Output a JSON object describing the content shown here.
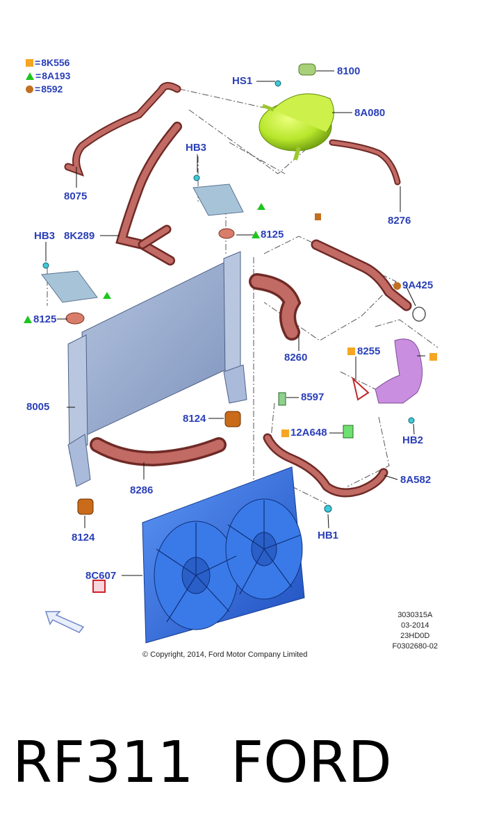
{
  "legend": [
    {
      "symbol": "square",
      "color": "#f5a623",
      "code": "8K556"
    },
    {
      "symbol": "triangle",
      "color": "#1ec51e",
      "code": "8A193"
    },
    {
      "symbol": "circle",
      "color": "#c07020",
      "code": "8592"
    }
  ],
  "equals_sign": "=",
  "part_labels": {
    "hs1": "HS1",
    "p8100": "8100",
    "p8a080": "8A080",
    "p8075": "8075",
    "hb3_top": "HB3",
    "hb3_left": "HB3",
    "p8k289": "8K289",
    "p8276": "8276",
    "p8125_top": "8125",
    "p8125_left": "8125",
    "p9a425": "9A425",
    "p8260": "8260",
    "p8255": "8255",
    "p8005": "8005",
    "p8597": "8597",
    "p8124_mid": "8124",
    "p12a648": "12A648",
    "hb2": "HB2",
    "p8286": "8286",
    "p8a582": "8A582",
    "p8124_bot": "8124",
    "hb1": "HB1",
    "p8c607": "8C607"
  },
  "meta": [
    "3030315A",
    "03-2014",
    "23HD0D",
    "F0302680-02"
  ],
  "copyright": "© Copyright, 2014, Ford Motor Company Limited",
  "footer": {
    "part_number": "RF311",
    "brand": "FORD"
  },
  "colors": {
    "label": "#2a3fb8",
    "hose": "#b85a55",
    "radiator": "#8fa3c9",
    "fan": "#2f6fe0",
    "reservoir": "#b7e62b",
    "housing": "#c98ee0",
    "bracket": "#9fb8cf"
  }
}
